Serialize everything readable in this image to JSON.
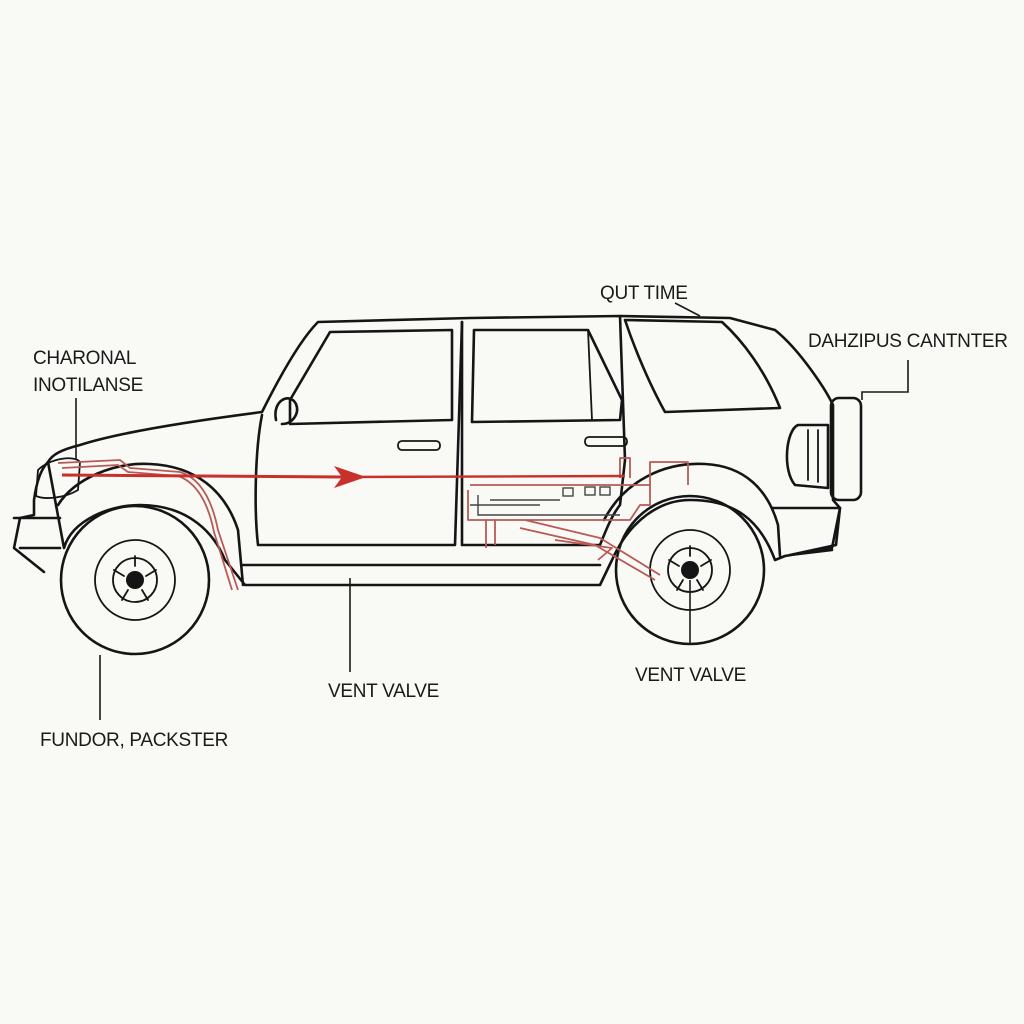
{
  "labels": {
    "charcoal_line1": "CHARONAL",
    "charcoal_line2": "INOTILANSE",
    "purge_time": "QUT TIME",
    "canister": "DAHZIPUS CANTNTER",
    "vent_valve_center": "VENT VALVE",
    "vent_valve_right": "VENT VALVE",
    "bottom_left": "FUNDOR, PACKSTER"
  },
  "colors": {
    "flow_arrow": "#c8302c",
    "fuel_lines": "#b85a55",
    "outline": "#151515",
    "background": "#f9f9f6"
  }
}
